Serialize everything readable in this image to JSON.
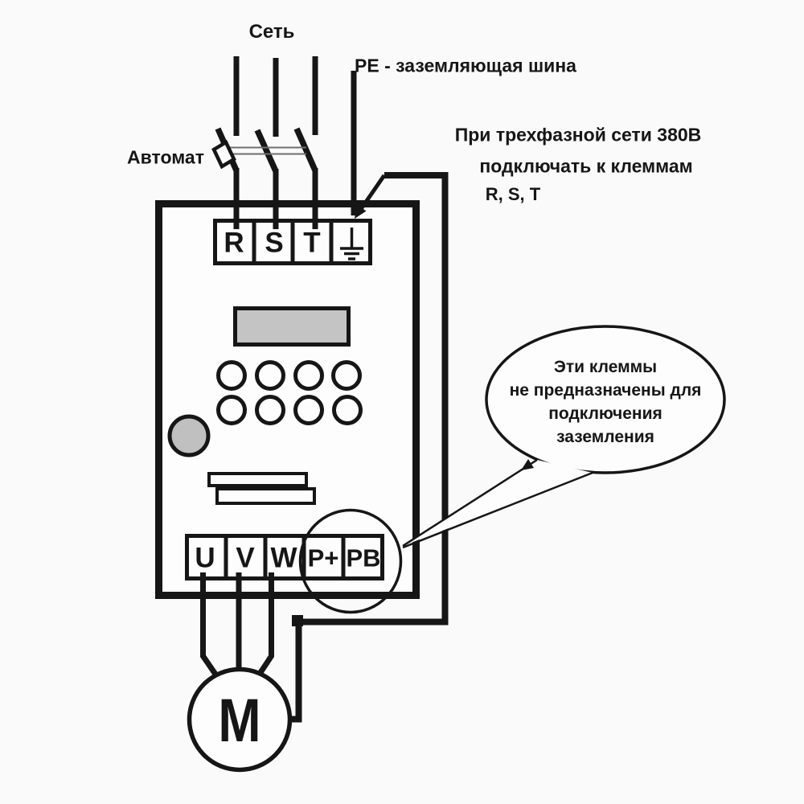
{
  "diagram": {
    "labels": {
      "mains": "Сеть",
      "pe_bus": "PE - заземляющая шина",
      "breaker": "Автомат",
      "motor": "M"
    },
    "note_380": {
      "line1": "При трехфазной сети 380В",
      "line2": "подключать к клеммам",
      "line3": "R, S, T"
    },
    "bubble_note": {
      "line1": "Эти клеммы",
      "line2": "не предназначены для",
      "line3": "подключения",
      "line4": "заземления"
    },
    "top_terminals": [
      "R",
      "S",
      "T"
    ],
    "top_terminal_ground_icon": "earth-ground-symbol",
    "bottom_terminals": [
      "U",
      "V",
      "W",
      "P+",
      "PB"
    ],
    "colors": {
      "line": "#161616",
      "display": "#c4c4c4",
      "knob": "#c0c0c0",
      "bg": "#fafafa",
      "paper": "#fdfdfd"
    }
  }
}
